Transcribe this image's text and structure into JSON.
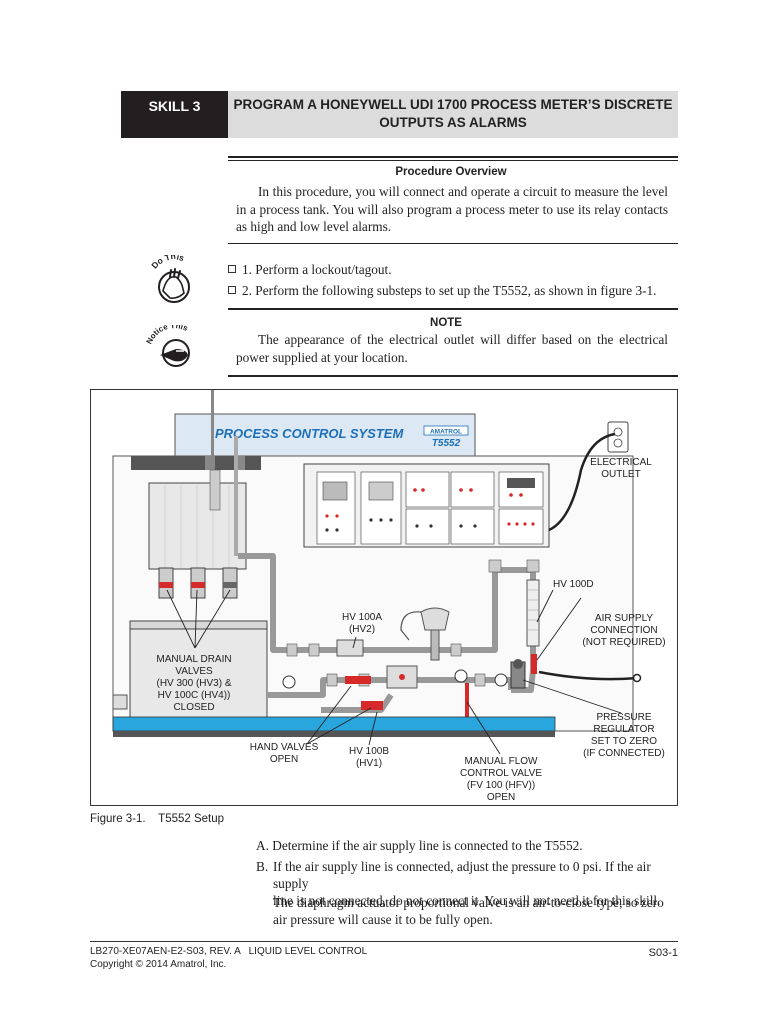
{
  "header": {
    "skill_label": "SKILL 3",
    "title_line1": "PROGRAM A HONEYWELL UDI 1700 PROCESS METER’S DISCRETE",
    "title_line2": "OUTPUTS AS ALARMS"
  },
  "overview": {
    "heading": "Procedure Overview",
    "body": "In this procedure, you will connect and operate a circuit to measure the level in a process tank. You will also program a process meter to use its relay contacts as high and low level alarms."
  },
  "icons": {
    "do_this": "Do This",
    "notice_this": "Notice This"
  },
  "steps": [
    "1. Perform a lockout/tagout.",
    "2. Perform the following substeps to set up the T5552, as shown in figure 3-1."
  ],
  "note": {
    "heading": "NOTE",
    "body": "The appearance of the electrical outlet will differ based on the electrical power supplied at your location."
  },
  "figure": {
    "banner": "PROCESS CONTROL SYSTEM",
    "brand": "AMATROL",
    "model": "T5552",
    "labels": {
      "electrical_outlet": [
        "ELECTRICAL",
        "OUTLET"
      ],
      "hv100d": [
        "HV 100D"
      ],
      "air_supply": [
        "AIR SUPPLY",
        "CONNECTION",
        "(NOT REQUIRED)"
      ],
      "hv100a": [
        "HV 100A",
        "(HV2)"
      ],
      "manual_drain": [
        "MANUAL DRAIN",
        "VALVES",
        "(HV 300 (HV3) &",
        "HV 100C (HV4))",
        "CLOSED"
      ],
      "pressure_regulator": [
        "PRESSURE",
        "REGULATOR",
        "SET TO ZERO",
        "(IF CONNECTED)"
      ],
      "hand_valves": [
        "HAND VALVES",
        "OPEN"
      ],
      "hv100b": [
        "HV 100B",
        "(HV1)"
      ],
      "flow_control": [
        "MANUAL FLOW",
        "CONTROL VALVE",
        "(FV 100 (HFV))",
        "OPEN"
      ]
    },
    "caption": "Figure 3-1.    T5552 Setup"
  },
  "substeps": {
    "a": {
      "letter": "A.",
      "text": "Determine if the air supply line is connected to the T5552."
    },
    "b": {
      "letter": "B.",
      "line1": "If the air supply line is connected, adjust the pressure to 0 psi. If the air supply",
      "line2": "line is not connected, do not connect it. You will not need it for this skill."
    },
    "b_note": {
      "line1": "The diaphragm actuator proportional valve is an air-to-close type, so zero",
      "line2": "air pressure will cause it to be fully open."
    }
  },
  "footer": {
    "doc_id": "LB270-XE07AEN-E2-S03, REV. A   LIQUID LEVEL CONTROL",
    "copyright": "Copyright © 2014 Amatrol, Inc.",
    "page": "S03-1"
  },
  "colors": {
    "banner_bg": "#dce8f4",
    "banner_text": "#1d6fb8",
    "base_blue": "#29a6dd",
    "red_valve": "#d62a2a",
    "dark": "#231f20",
    "title_bg": "#dcdcdc"
  }
}
